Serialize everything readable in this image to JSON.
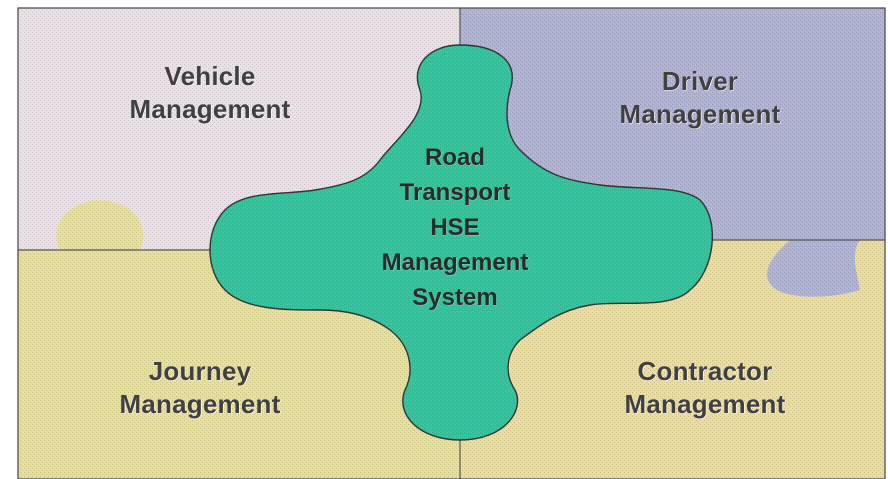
{
  "diagram": {
    "center": {
      "lines": [
        "Road",
        "Transport",
        "HSE",
        "Management",
        "System"
      ]
    },
    "pieces": {
      "top_left": {
        "lines": [
          "Vehicle",
          "Management"
        ]
      },
      "top_right": {
        "lines": [
          "Driver",
          "Management"
        ]
      },
      "bottom_left": {
        "lines": [
          "Journey",
          "Management"
        ]
      },
      "bottom_right": {
        "lines": [
          "Contractor",
          "Management"
        ]
      }
    }
  },
  "colors": {
    "top_left": "#e9dfe6",
    "top_right": "#b0b2d3",
    "bottom_left": "#e6df9c",
    "bottom_right": "#e9dc9e",
    "center": "#33c29c",
    "outline": "#4a4a4a"
  }
}
